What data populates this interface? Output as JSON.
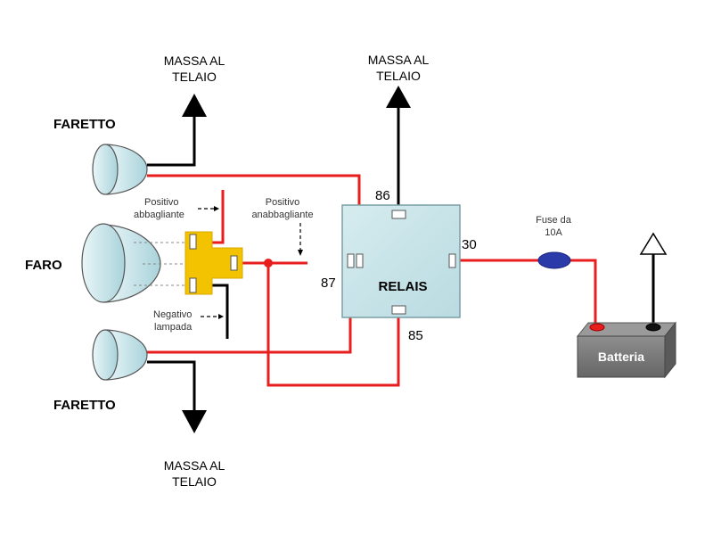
{
  "labels": {
    "ground_top_left": [
      "MASSA AL",
      "TELAIO"
    ],
    "ground_top_mid": [
      "MASSA AL",
      "TELAIO"
    ],
    "ground_bottom": [
      "MASSA AL",
      "TELAIO"
    ],
    "faretto_top": "FARETTO",
    "faretto_bottom": "FARETTO",
    "faro": "FARO",
    "positivo_abbagliante": [
      "Positivo",
      "abbagliante"
    ],
    "positivo_anabbagliante": [
      "Positivo",
      "anabbagliante"
    ],
    "negativo_lampada": [
      "Negativo",
      "lampada"
    ],
    "relay_name": "RELAIS",
    "pin_86": "86",
    "pin_87": "87",
    "pin_30": "30",
    "pin_85": "85",
    "fuse": [
      "Fuse da",
      "10A"
    ],
    "battery": "Batteria"
  },
  "colors": {
    "wire_positive": "#e81e1e",
    "wire_ground": "#000000",
    "relay_fill": "#c8e3e8",
    "relay_stroke": "#7a9ea6",
    "lamp_fill": "#cfe8ec",
    "connector": "#f3c200",
    "fuse": "#2a3aa8",
    "battery_body": "#7f7f7f"
  }
}
